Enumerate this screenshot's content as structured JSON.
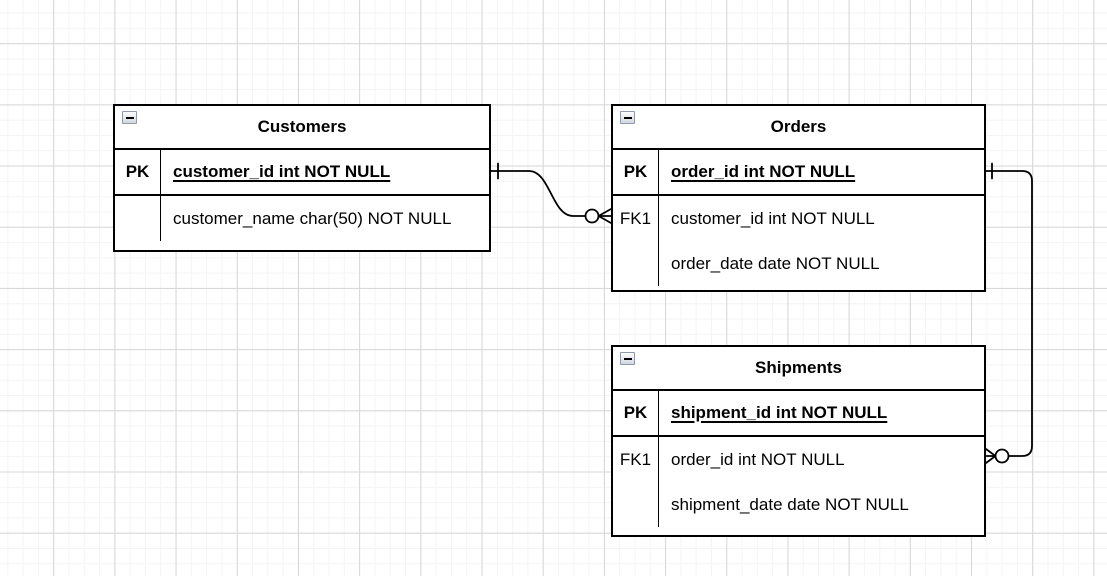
{
  "diagram": {
    "type": "entity-relationship",
    "colors": {
      "table_border": "#000000",
      "table_fill": "#ffffff",
      "connector": "#000000",
      "grid_minor": "#f4f4f4",
      "grid_major": "#d6d6d6",
      "canvas_background": "#ffffff"
    },
    "tables": [
      {
        "title": "Customers",
        "collapse_icon": "minus-icon",
        "rows": [
          {
            "key": "PK",
            "field": "customer_id int NOT NULL",
            "is_primary_key": true
          },
          {
            "key": "",
            "field": "customer_name char(50) NOT NULL",
            "is_primary_key": false
          }
        ]
      },
      {
        "title": "Orders",
        "collapse_icon": "minus-icon",
        "rows": [
          {
            "key": "PK",
            "field": "order_id int NOT NULL",
            "is_primary_key": true
          },
          {
            "key": "FK1",
            "field": "customer_id int NOT NULL",
            "is_primary_key": false
          },
          {
            "key": "",
            "field": "order_date date NOT NULL",
            "is_primary_key": false
          }
        ]
      },
      {
        "title": "Shipments",
        "collapse_icon": "minus-icon",
        "rows": [
          {
            "key": "PK",
            "field": "shipment_id int NOT NULL",
            "is_primary_key": true
          },
          {
            "key": "FK1",
            "field": "order_id int NOT NULL",
            "is_primary_key": false
          },
          {
            "key": "",
            "field": "shipment_date date NOT NULL",
            "is_primary_key": false
          }
        ]
      }
    ],
    "relationships": [
      {
        "from_table": "Customers",
        "from_field": "customer_id",
        "to_table": "Orders",
        "to_field": "customer_id",
        "from_notation": "one",
        "to_notation": "zero-or-many"
      },
      {
        "from_table": "Orders",
        "from_field": "order_id",
        "to_table": "Shipments",
        "to_field": "order_id",
        "from_notation": "one",
        "to_notation": "zero-or-many"
      }
    ]
  }
}
